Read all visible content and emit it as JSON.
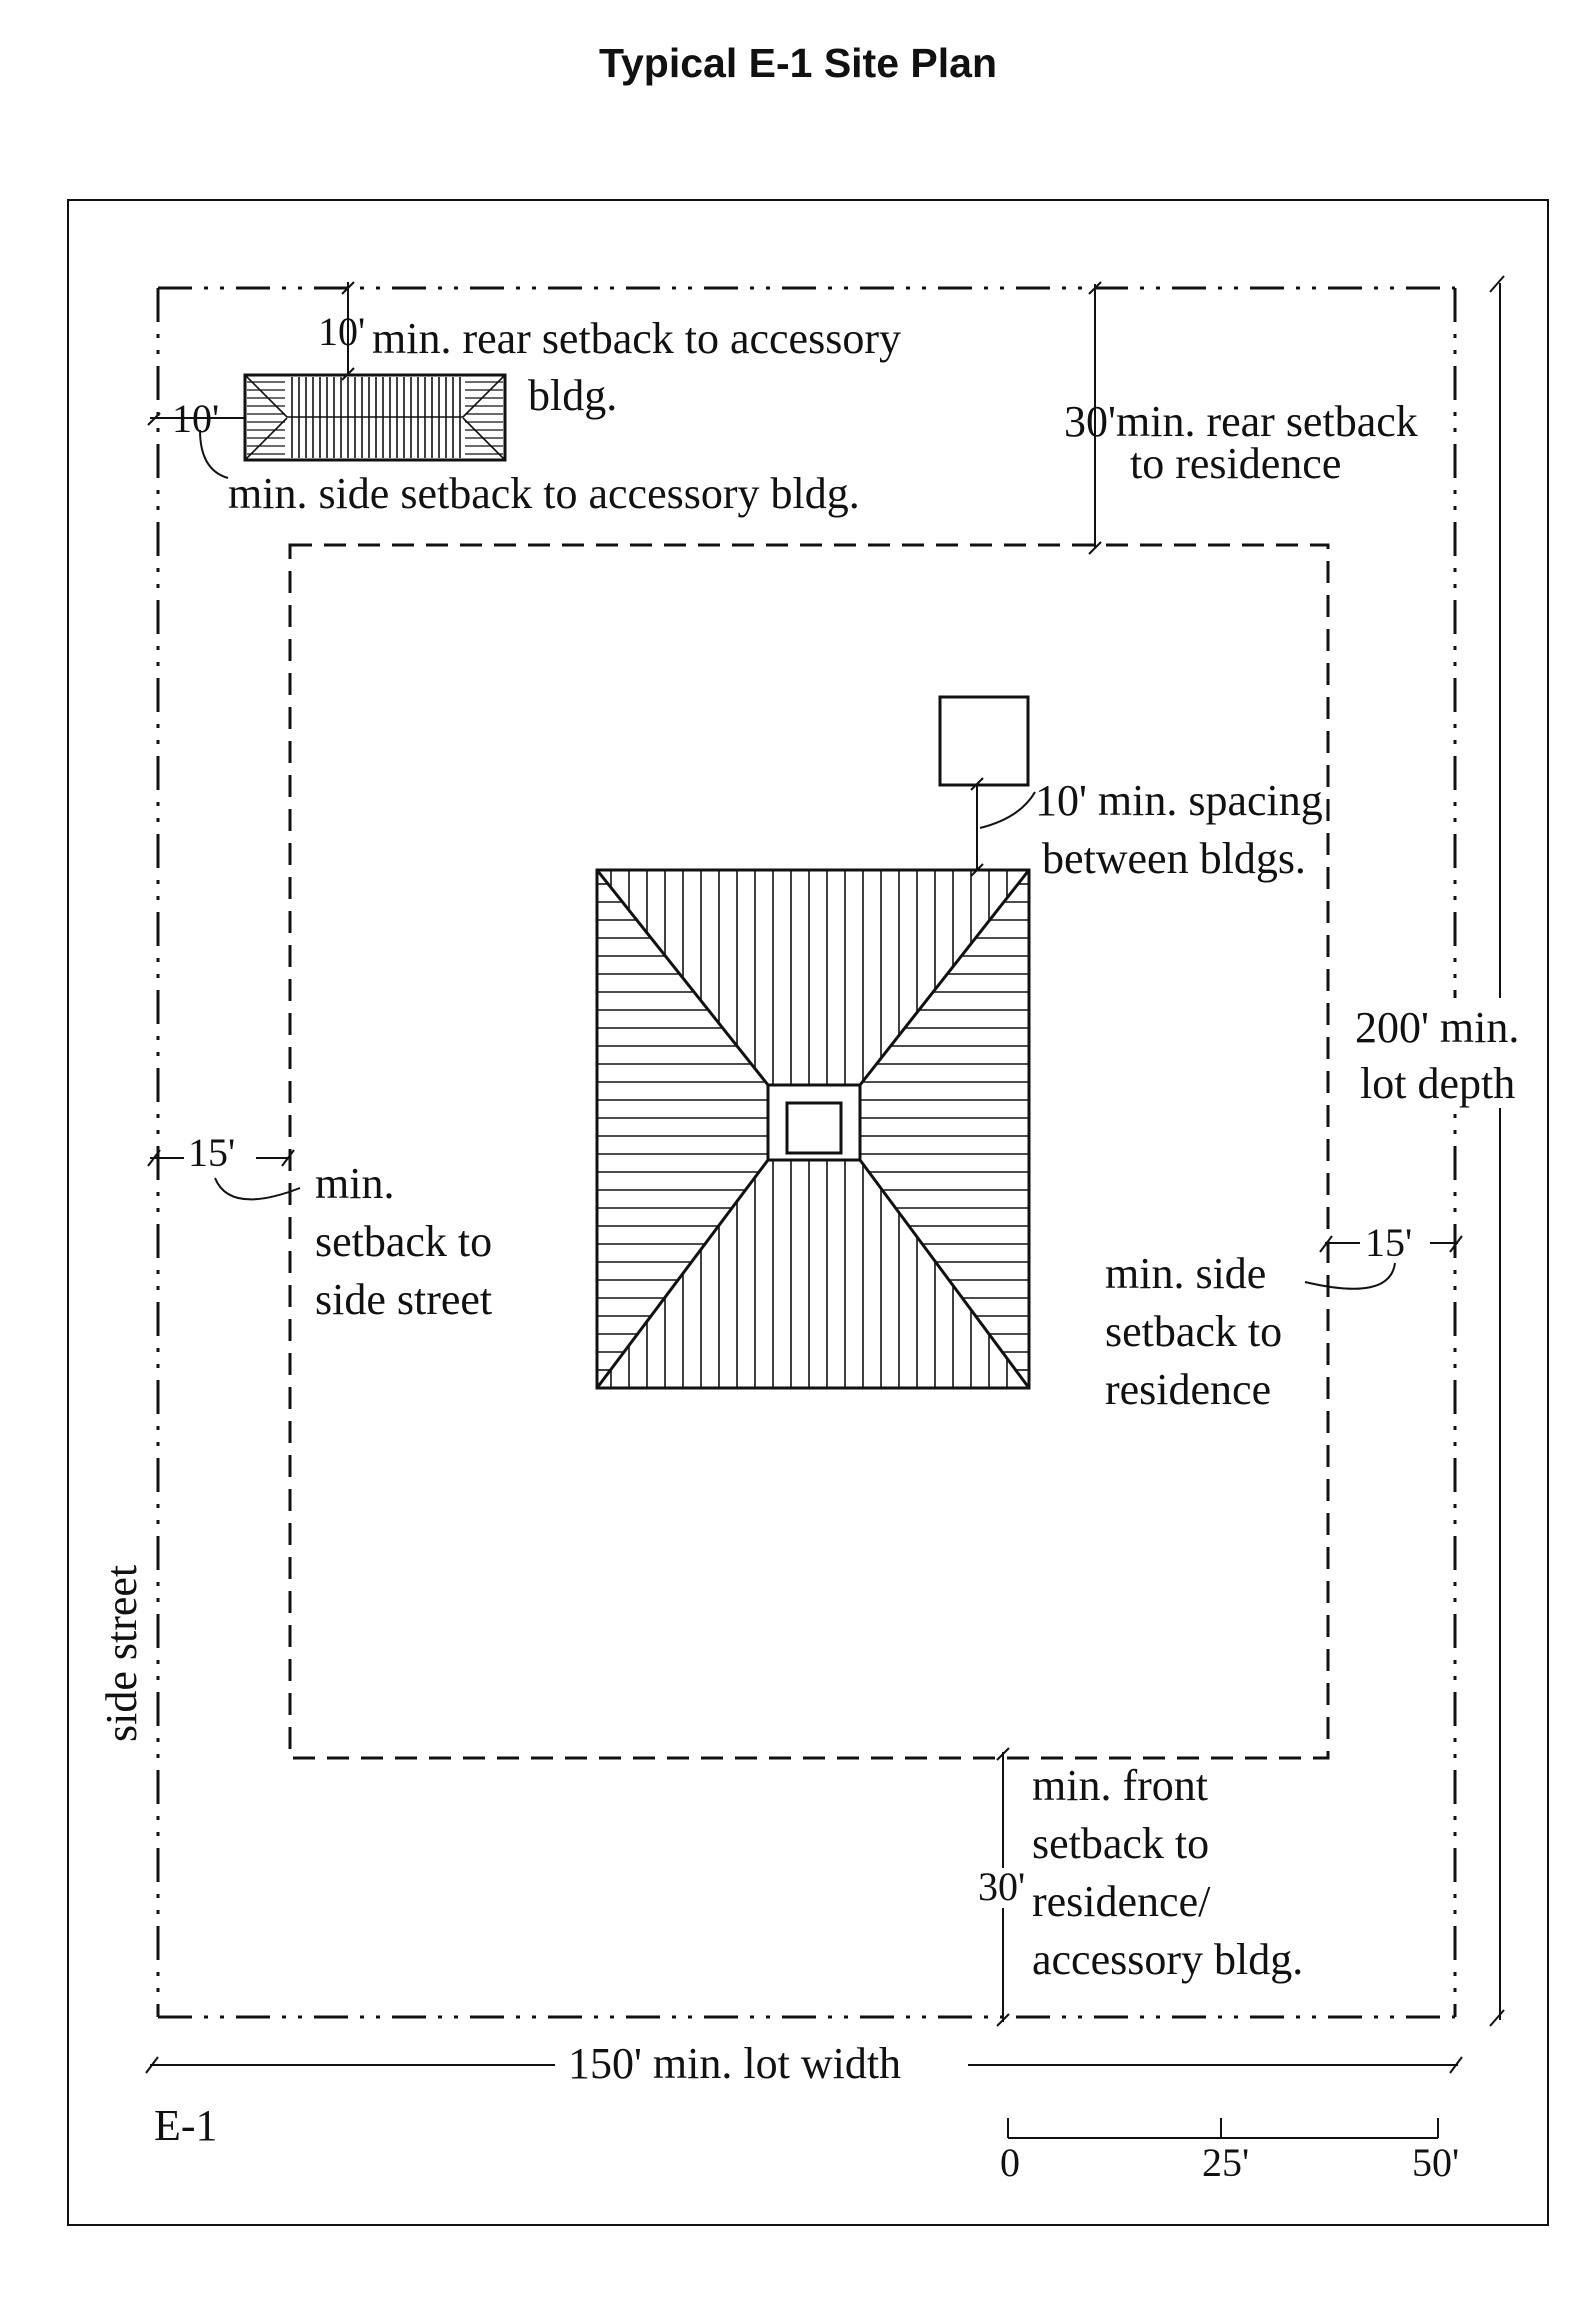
{
  "title": "Typical E-1 Site Plan",
  "labels": {
    "rear_acc_dim": "10'",
    "rear_acc_text_1": "min. rear setback to accessory",
    "rear_acc_text_2": "bldg.",
    "side_acc_dim": "10'",
    "side_acc_text": "min. side setback to accessory bldg.",
    "rear_res_dim": "30'",
    "rear_res_text_1": "min. rear setback",
    "rear_res_text_2": "to residence",
    "spacing_text_1": "10' min. spacing",
    "spacing_text_2": "between bldgs.",
    "depth_text_1": "200' min.",
    "depth_text_2": "lot depth",
    "side_street_dim": "15'",
    "side_street_text_1": "min.",
    "side_street_text_2": "setback to",
    "side_street_text_3": "side street",
    "side_res_dim": "15'",
    "side_res_text_1": "min. side",
    "side_res_text_2": "setback to",
    "side_res_text_3": "residence",
    "side_street_label": "side street",
    "front_dim": "30'",
    "front_text_1": "min. front",
    "front_text_2": "setback to",
    "front_text_3": "residence/",
    "front_text_4": "accessory bldg.",
    "width_text": "150' min. lot width",
    "zone_label": "E-1"
  },
  "scale_bar": {
    "ticks": [
      "0",
      "25'",
      "50'"
    ]
  }
}
